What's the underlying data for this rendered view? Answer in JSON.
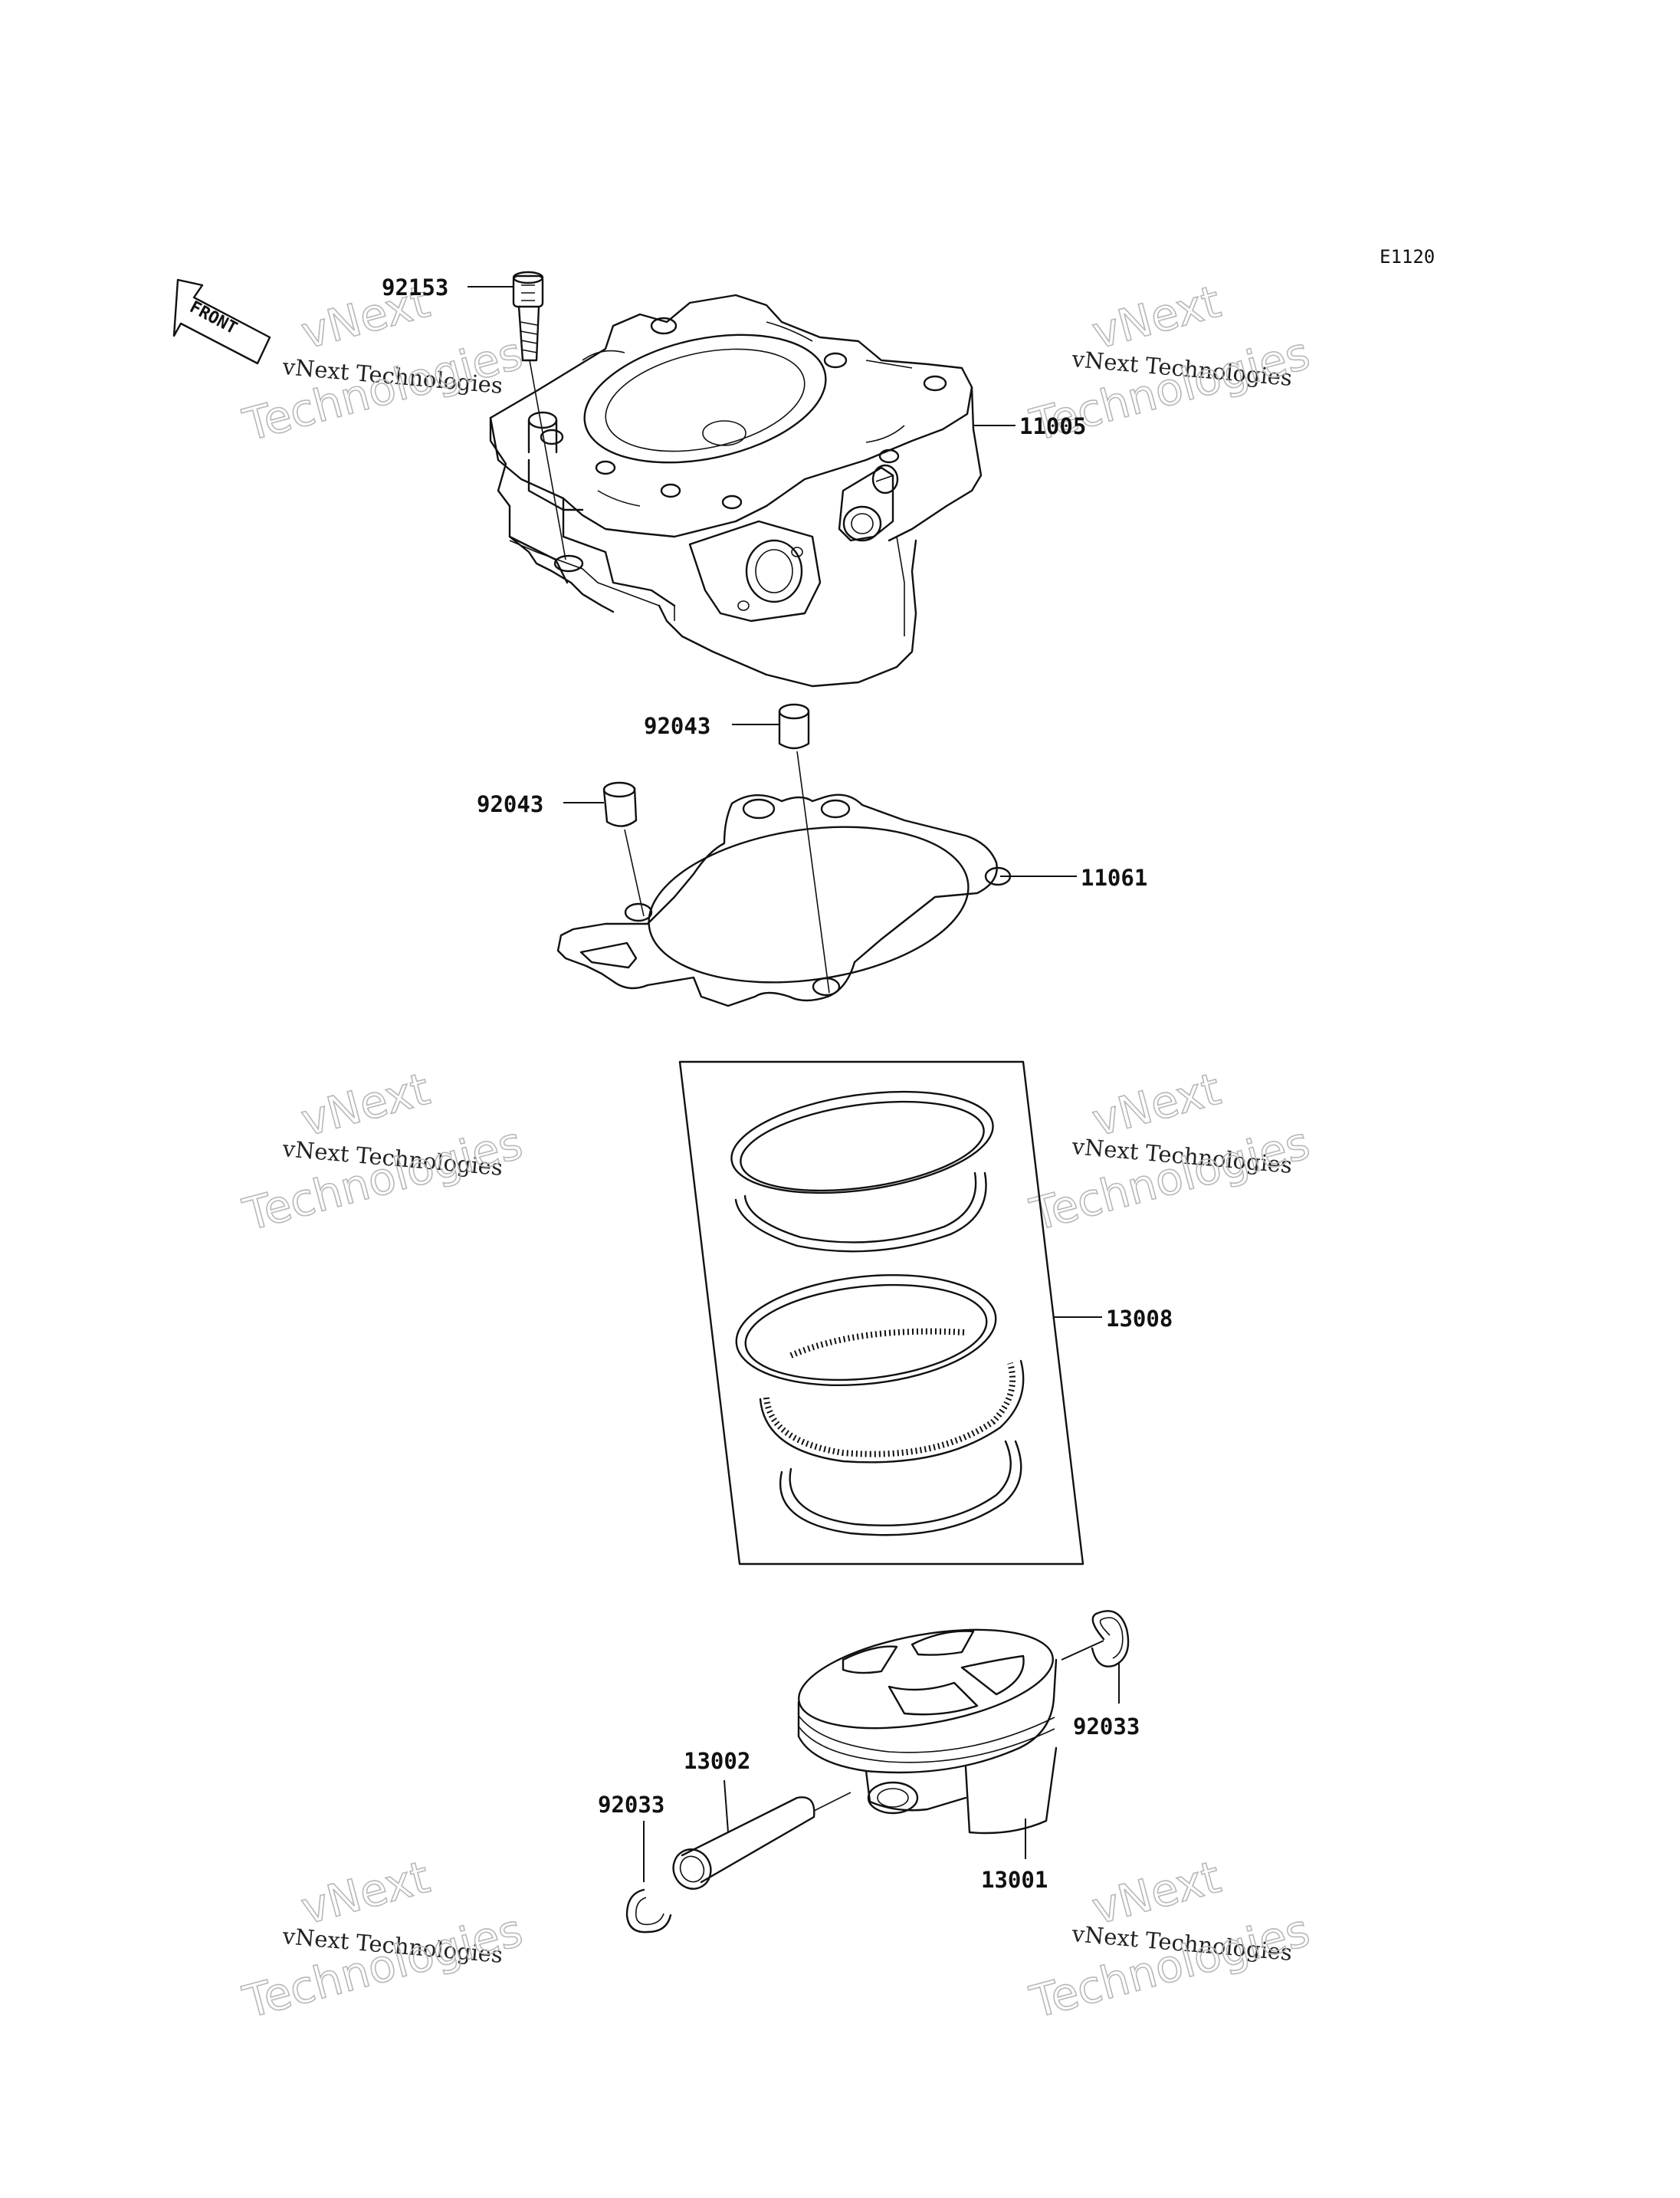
{
  "diagram_code": "E1120",
  "front_arrow_label": "FRONT",
  "watermark": {
    "line1": "vNext",
    "line2": "vNext Technologies",
    "line3": "Technologies"
  },
  "parts": {
    "bolt": "92153",
    "cylinder": "11005",
    "dowel_pin_upper": "92043",
    "dowel_pin_lower": "92043",
    "gasket": "11061",
    "ring_set": "13008",
    "circlip_right": "92033",
    "piston_pin": "13002",
    "circlip_left": "92033",
    "piston": "13001"
  },
  "colors": {
    "ink": "#111111",
    "watermark": "#b8b8b8",
    "background": "#ffffff"
  }
}
